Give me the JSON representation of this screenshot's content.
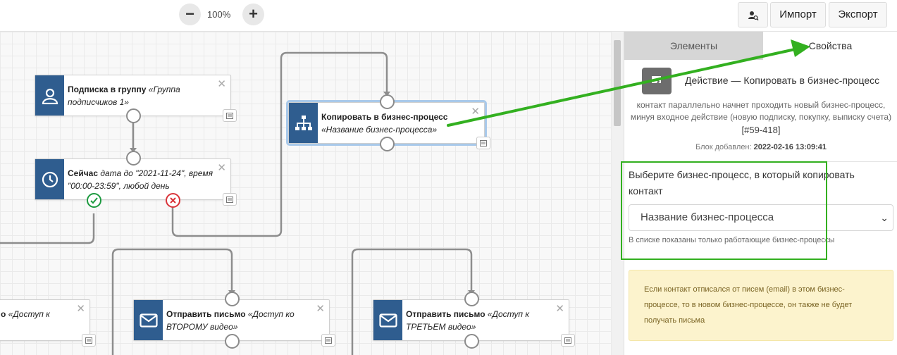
{
  "toolbar": {
    "zoom_out": "−",
    "zoom_in": "+",
    "zoom_level": "100%",
    "import_label": "Импорт",
    "export_label": "Экспорт"
  },
  "nodes": {
    "subscribe": {
      "title": "Подписка в группу",
      "sub": "«Группа подписчиков 1»"
    },
    "now": {
      "title": "Сейчас",
      "sub": "дата до \"2021-11-24\", время \"00:00-23:59\", любой день"
    },
    "copy": {
      "title": "Копировать в бизнес-процесс",
      "sub": "«Название бизнес-процесса»"
    },
    "partial": {
      "title": "о",
      "sub": "«Доступ к"
    },
    "send2": {
      "title": "Отправить письмо",
      "sub": "«Доступ ко ВТОРОМУ видео»"
    },
    "send3": {
      "title": "Отправить письмо",
      "sub": "«Доступ к ТРЕТЬЕМ видео»"
    }
  },
  "panel": {
    "tab_elements": "Элементы",
    "tab_properties": "Свойства",
    "action_title": "Действие — Копировать в бизнес-процесс",
    "action_desc_1": "контакт параллельно начнет проходить новый бизнес-процесс,",
    "action_desc_2": "минуя входное действие (новую подписку, покупку, выписку счета)",
    "action_id": "[#59-418]",
    "added_label": "Блок добавлен:",
    "added_value": "2022-02-16 13:09:41",
    "select_label": "Выберите бизнес-процесс, в который копировать контакт",
    "select_value": "Название бизнес-процесса",
    "select_hint": "В списке показаны только работающие бизнес-процессы",
    "warning": "Если контакт отписался от писем (email) в этом бизнес-процессе, то в новом бизнес-процессе, он также не будет получать письма"
  },
  "colors": {
    "node_icon": "#2f5d8f",
    "annotation": "#33b020",
    "ok": "#1c9a3f",
    "fail": "#d9343a"
  }
}
